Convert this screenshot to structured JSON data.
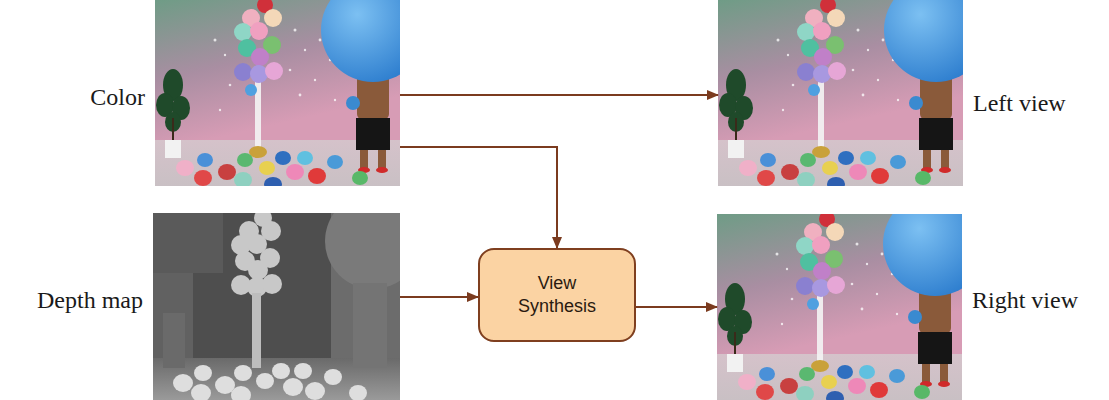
{
  "diagram": {
    "nodes": [
      {
        "text": [
          "Color"
        ]
      },
      {
        "text": [
          "Left view"
        ]
      },
      {
        "text": [
          "Depth map"
        ]
      },
      {
        "text": [
          "View Synthesis"
        ]
      },
      {
        "text": [
          "Right view"
        ]
      }
    ],
    "edges": [
      {
        "from": 0,
        "to": 1,
        "arrow": "to"
      },
      {
        "from": 0,
        "to": 3,
        "arrow": "to"
      },
      {
        "from": 2,
        "to": 3,
        "arrow": "to"
      },
      {
        "from": 3,
        "to": 4,
        "arrow": "to"
      }
    ]
  }
}
